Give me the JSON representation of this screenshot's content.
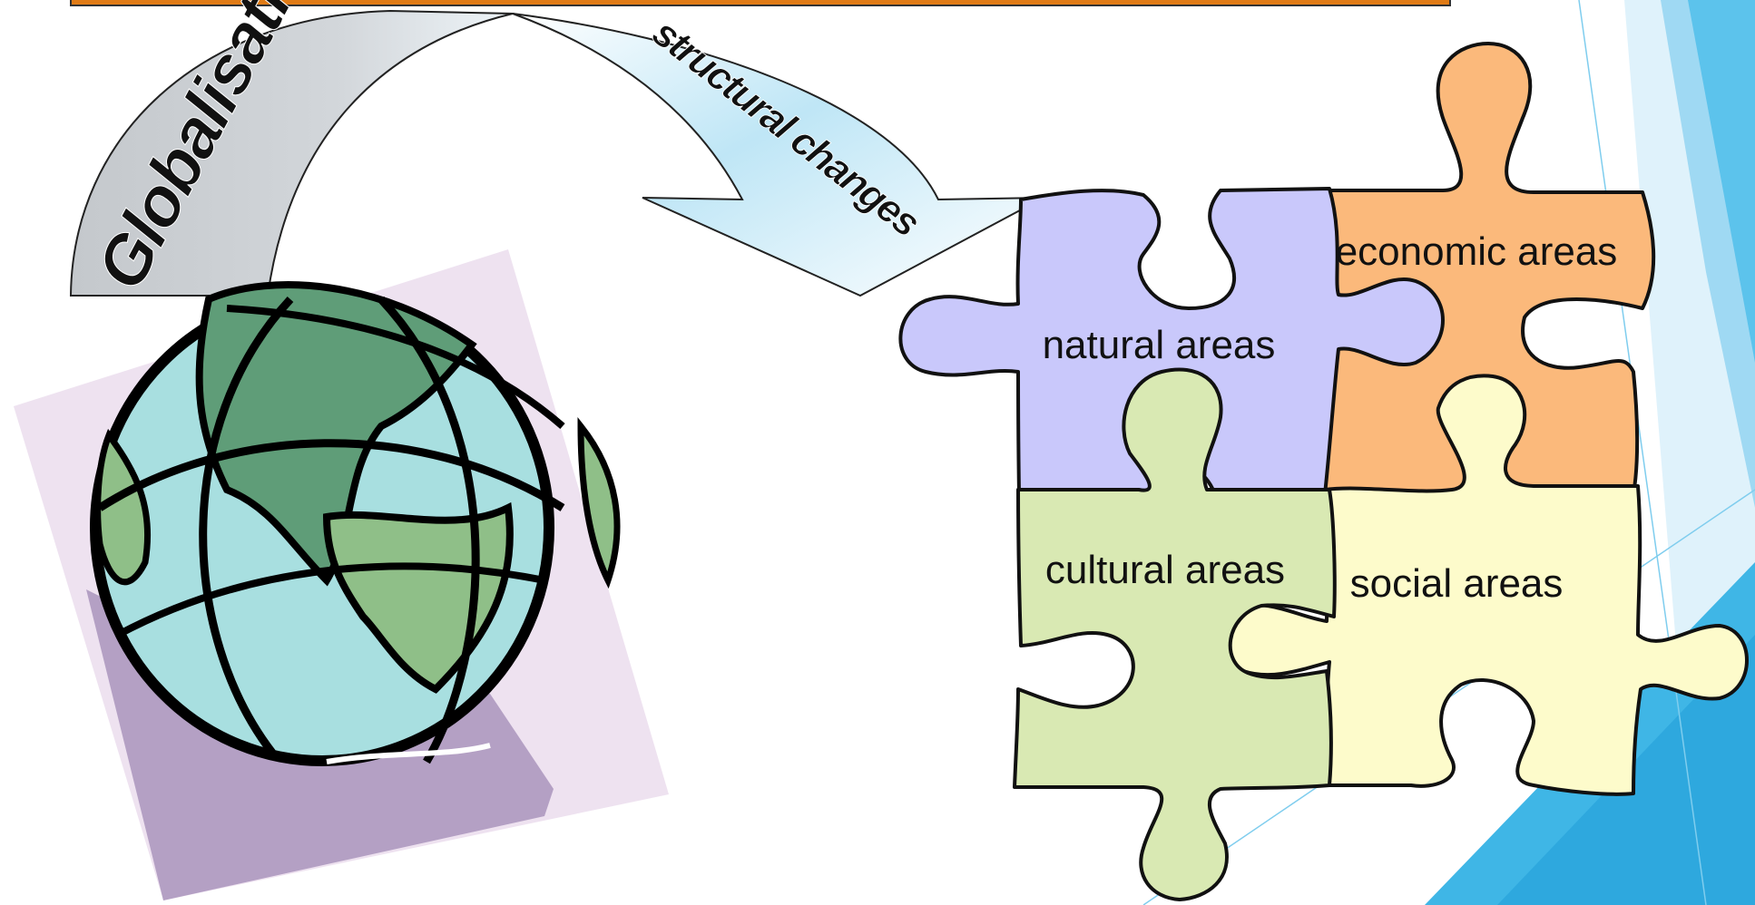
{
  "arrow": {
    "left_text": "Globalisation",
    "right_text": "structural changes"
  },
  "puzzle": {
    "pieces": [
      {
        "key": "natural",
        "label": "natural areas",
        "color": "#c9c8fb"
      },
      {
        "key": "economic",
        "label": "economic areas",
        "color": "#fbb97b"
      },
      {
        "key": "cultural",
        "label": "cultural areas",
        "color": "#d9e9b3"
      },
      {
        "key": "social",
        "label": "social areas",
        "color": "#fdfbcb"
      }
    ]
  },
  "colors": {
    "top_bar": "#e07b16",
    "accent_blue": "#3fb6e6",
    "globe_land": "#8fbf88",
    "globe_sea": "#a8dfe0",
    "square_light": "#eee2f0",
    "square_dark": "#b4a0c4"
  }
}
